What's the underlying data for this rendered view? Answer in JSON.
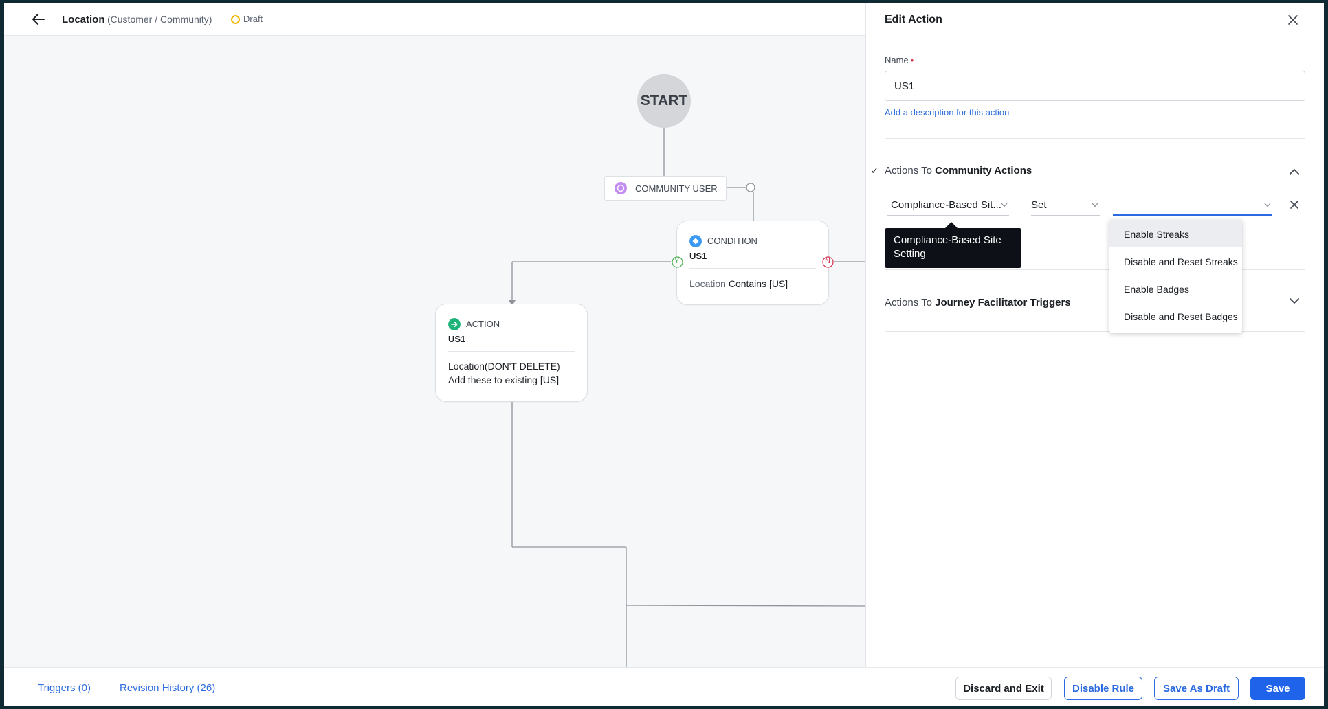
{
  "header": {
    "title": "Location",
    "subtitle": "(Customer / Community)",
    "status": "Draft"
  },
  "canvas": {
    "start_label": "START",
    "trigger_label": "COMMUNITY USER",
    "condition_node": {
      "type": "CONDITION",
      "name": "US1",
      "rule_field": "Location",
      "rule_text": "Contains [US]",
      "yes_label": "Y",
      "no_label": "N"
    },
    "action_node": {
      "type": "ACTION",
      "name": "US1",
      "line1": "Location(DON'T DELETE)",
      "line2": "Add these to existing [US]"
    }
  },
  "panel": {
    "title": "Edit Action",
    "name_label": "Name",
    "name_required_mark": "•",
    "name_value": "US1",
    "add_description": "Add a description for this action",
    "section1": {
      "prefix": "Actions To",
      "bold": "Community Actions",
      "check": "✓"
    },
    "row": {
      "field_select": "Compliance-Based Sit...",
      "operator_select": "Set",
      "value_select": ""
    },
    "tooltip": "Compliance-Based Site Setting",
    "dropdown_options": [
      "Enable Streaks",
      "Disable and Reset Streaks",
      "Enable Badges",
      "Disable and Reset Badges"
    ],
    "section2": {
      "prefix": "Actions To",
      "bold": "Journey Facilitator Triggers"
    }
  },
  "footer": {
    "triggers_link": "Triggers (0)",
    "revision_link": "Revision History (26)",
    "discard_label": "Discard and Exit",
    "disable_label": "Disable Rule",
    "draft_label": "Save As Draft",
    "save_label": "Save"
  },
  "colors": {
    "accent": "#1f63ea",
    "link": "#2f6fde",
    "draft": "#f2b705",
    "condition_icon": "#3d9af3",
    "action_icon": "#1fb37a",
    "trigger_icon": "#c48ef0",
    "yes": "#4caf50",
    "no": "#d0304b"
  }
}
